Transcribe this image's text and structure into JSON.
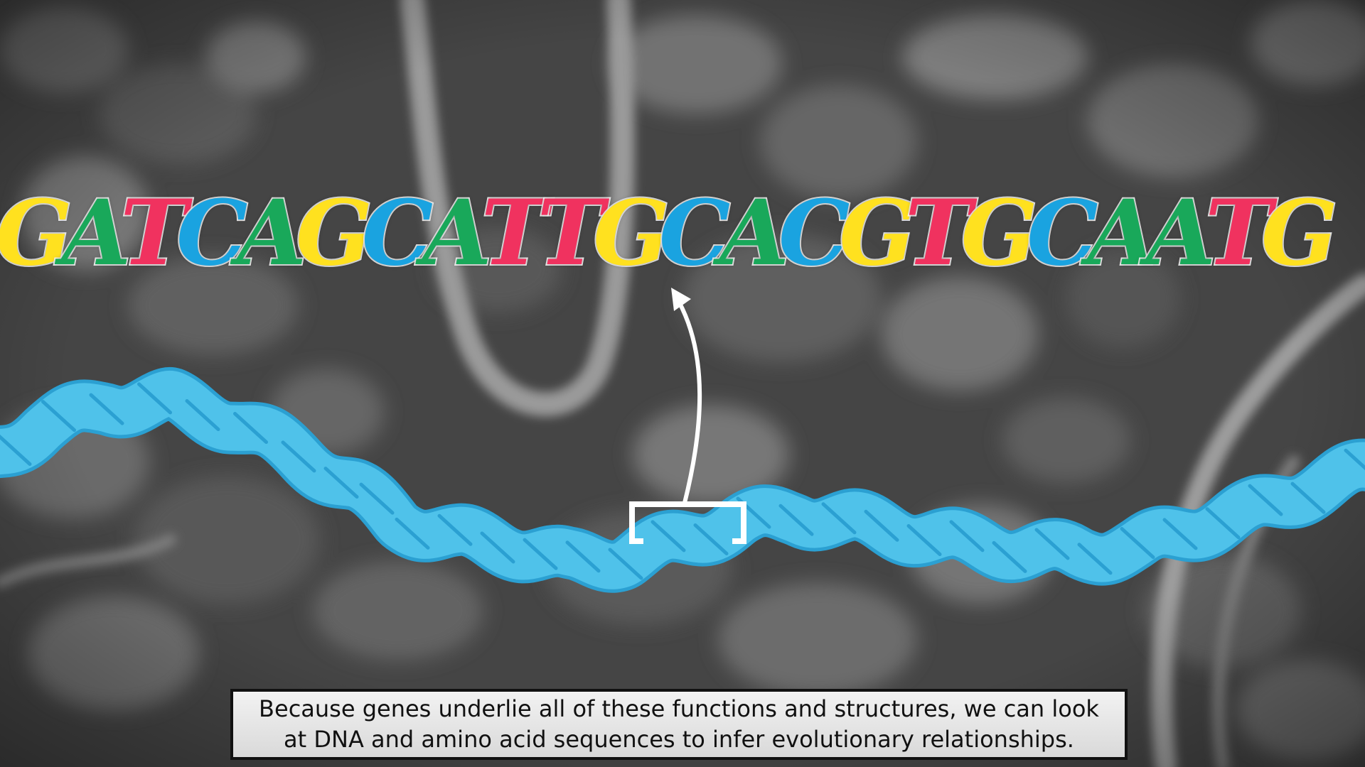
{
  "sequence": {
    "letters": [
      "G",
      "A",
      "T",
      "C",
      "A",
      "G",
      "C",
      "A",
      "T",
      "T",
      "G",
      "C",
      "A",
      "C",
      "G",
      "T",
      "G",
      "C",
      "A",
      "A",
      "T",
      "G"
    ],
    "colors": {
      "G": "#ffe11f",
      "A": "#19a85a",
      "T": "#f0325f",
      "C": "#1aa3e0"
    }
  },
  "caption": {
    "text": "Because genes underlie all of these functions and structures, we can look at DNA and amino acid sequences to infer evolutionary relationships."
  },
  "colors": {
    "helix_fill": "#4fc2ea",
    "helix_outline": "#2ba0d2",
    "arrow": "#ffffff",
    "bracket": "#ffffff"
  },
  "icons": {
    "arrow": "curved-up-arrow-icon",
    "bracket": "selection-bracket-icon"
  }
}
